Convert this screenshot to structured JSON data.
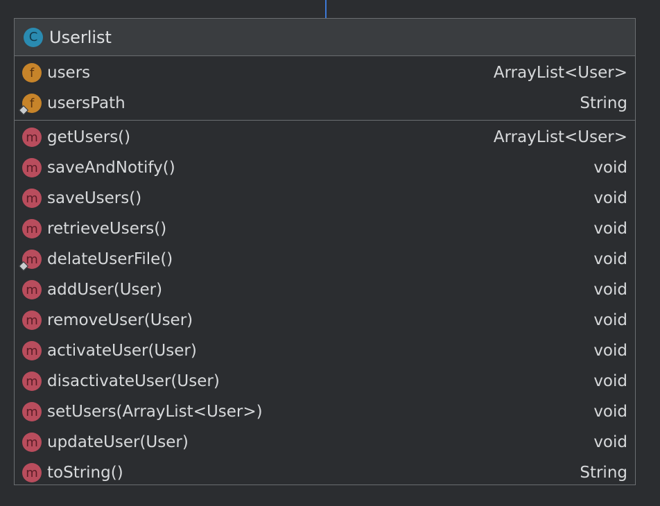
{
  "class": {
    "icon": "class-icon",
    "icon_letter": "C",
    "name": "Userlist"
  },
  "fields": [
    {
      "icon_letter": "f",
      "name": "users",
      "type": "ArrayList<User>",
      "package_private": false
    },
    {
      "icon_letter": "f",
      "name": "usersPath",
      "type": "String",
      "package_private": true
    }
  ],
  "methods": [
    {
      "icon_letter": "m",
      "name": "getUsers()",
      "type": "ArrayList<User>",
      "package_private": false
    },
    {
      "icon_letter": "m",
      "name": "saveAndNotify()",
      "type": "void",
      "package_private": false
    },
    {
      "icon_letter": "m",
      "name": "saveUsers()",
      "type": "void",
      "package_private": false
    },
    {
      "icon_letter": "m",
      "name": "retrieveUsers()",
      "type": "void",
      "package_private": false
    },
    {
      "icon_letter": "m",
      "name": "delateUserFile()",
      "type": "void",
      "package_private": true
    },
    {
      "icon_letter": "m",
      "name": "addUser(User)",
      "type": "void",
      "package_private": false
    },
    {
      "icon_letter": "m",
      "name": "removeUser(User)",
      "type": "void",
      "package_private": false
    },
    {
      "icon_letter": "m",
      "name": "activateUser(User)",
      "type": "void",
      "package_private": false
    },
    {
      "icon_letter": "m",
      "name": "disactivateUser(User)",
      "type": "void",
      "package_private": false
    },
    {
      "icon_letter": "m",
      "name": "setUsers(ArrayList<User>)",
      "type": "void",
      "package_private": false
    },
    {
      "icon_letter": "m",
      "name": "updateUser(User)",
      "type": "void",
      "package_private": false
    },
    {
      "icon_letter": "m",
      "name": "toString()",
      "type": "String",
      "package_private": false
    }
  ],
  "colors": {
    "background": "#2b2d30",
    "header": "#3a3d40",
    "border": "#6b6e71",
    "class_icon": "#2a8bb1",
    "field_icon": "#c7842a",
    "method_icon": "#b94d5d",
    "connector": "#3d78d6",
    "text": "#d7d9db"
  }
}
